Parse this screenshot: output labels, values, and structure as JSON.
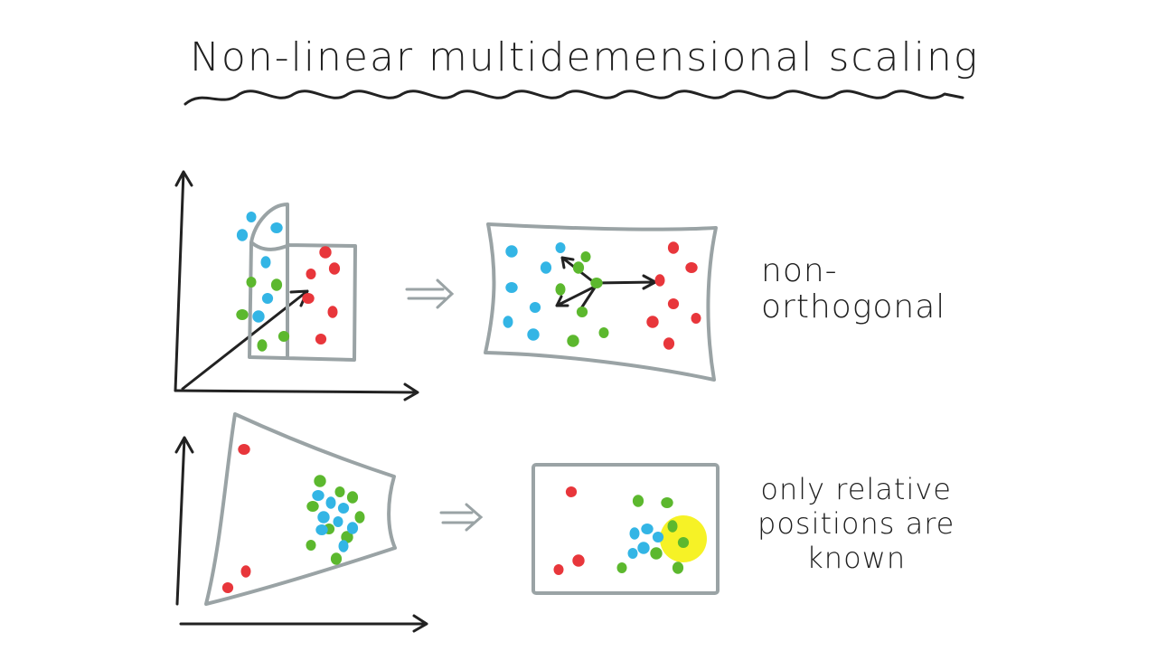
{
  "title": "Non-linear multidemensional scaling",
  "annotations": {
    "top": [
      "non-",
      "orthogonal"
    ],
    "bottom": [
      "only relative",
      "positions are",
      "known"
    ]
  },
  "colors": {
    "ink": "#222222",
    "frame": "#9aa3a5",
    "red": "#e8363b",
    "blue": "#33b5e5",
    "green": "#5cb82e",
    "highlight": "#f5f000"
  }
}
